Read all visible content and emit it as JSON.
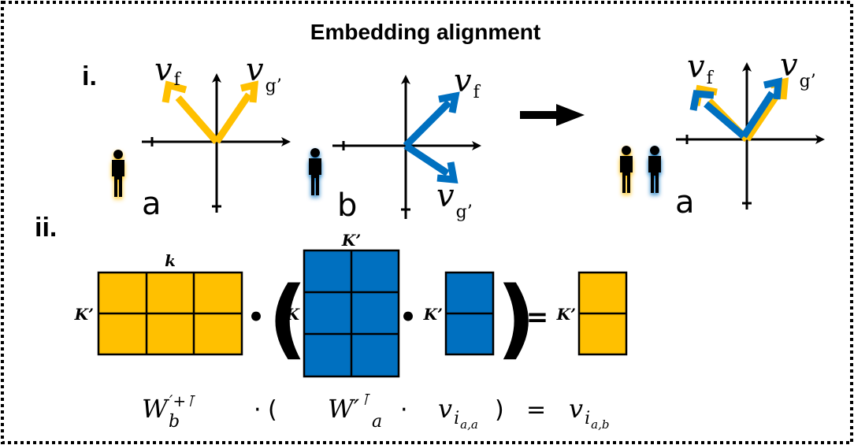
{
  "title": "Embedding alignment",
  "colors": {
    "person_a": "#FFC000",
    "person_b": "#0070C0",
    "border": "#000000"
  },
  "panel_i": {
    "label": "i.",
    "plot_a": {
      "person": "a",
      "vec_f": "v",
      "vec_f_sub": "f",
      "vec_g": "v",
      "vec_g_sub": "g’"
    },
    "plot_b": {
      "person": "b",
      "vec_f": "v",
      "vec_f_sub": "f",
      "vec_g": "v",
      "vec_g_sub": "g’"
    },
    "plot_aligned": {
      "person": "a",
      "vec_f": "v",
      "vec_f_sub": "f",
      "vec_g": "v",
      "vec_g_sub": "g’"
    }
  },
  "panel_ii": {
    "label": "ii.",
    "matrix_wb": {
      "cols_label": "k",
      "rows_label": "K’",
      "rows": 2,
      "cols": 3
    },
    "matrix_wa": {
      "cols_label": "K’",
      "rows_label": "K",
      "rows": 3,
      "cols": 2
    },
    "vector_in": {
      "rows_label": "K’",
      "rows": 2
    },
    "vector_out": {
      "rows_label": "K’",
      "rows": 2
    },
    "dot": "•",
    "equals": "=",
    "open_paren": "(",
    "close_paren": ")"
  },
  "equation": {
    "wb": "W",
    "wb_sup": "′+⊺",
    "wb_sub": "b",
    "dot1": "·",
    "lparen": "(",
    "wa": "W",
    "wa_prime": "′",
    "wa_sup": "⊺",
    "wa_sub": "a",
    "dot2": "·",
    "v1": "v",
    "v1_sub": "i",
    "v1_subsub": "a,a",
    "rparen": ")",
    "equals": "=",
    "v2": "v",
    "v2_sub": "i",
    "v2_subsub": "a,b"
  }
}
